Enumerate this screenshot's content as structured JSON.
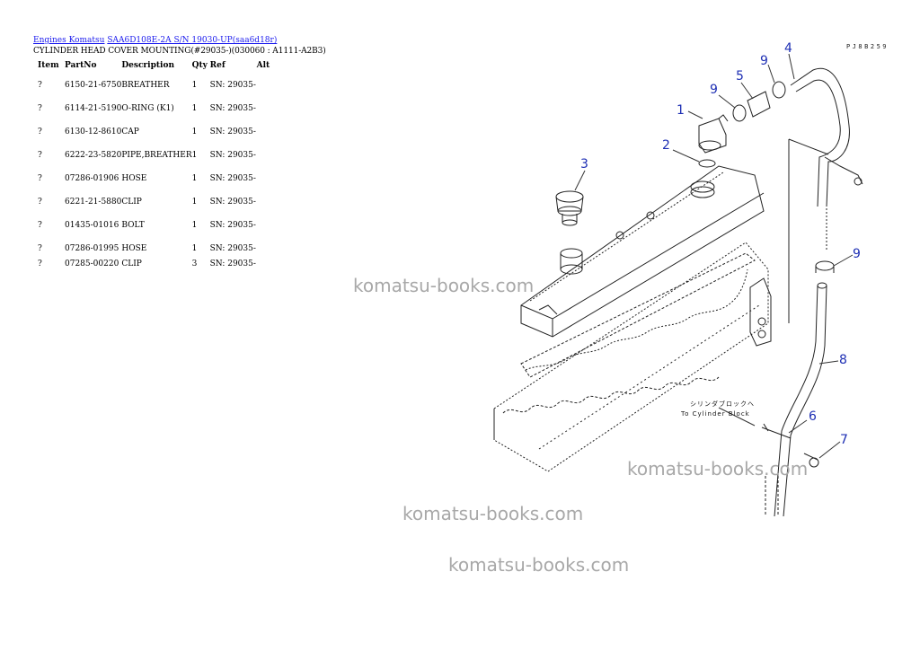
{
  "breadcrumb": {
    "link1": "Engines Komatsu",
    "link2": "SAA6D108E-2A S/N 19030-UP(saa6d18r)"
  },
  "subtitle": "CYLINDER HEAD COVER MOUNTING(#29035-)(030060 : A1111-A2B3)",
  "table": {
    "headers": [
      "Item",
      "PartNo",
      "Description",
      "Qty",
      "Ref",
      "Alt"
    ],
    "rows": [
      {
        "item": "?",
        "partno": "6150-21-6750",
        "desc": "BREATHER",
        "qty": "1",
        "ref": "SN: 29035-",
        "alt": ""
      },
      {
        "item": "?",
        "partno": "6114-21-5190",
        "desc": "O-RING (K1)",
        "qty": "1",
        "ref": "SN: 29035-",
        "alt": ""
      },
      {
        "item": "?",
        "partno": "6130-12-8610",
        "desc": "CAP",
        "qty": "1",
        "ref": "SN: 29035-",
        "alt": ""
      },
      {
        "item": "?",
        "partno": "6222-23-5820",
        "desc": "PIPE,BREATHER",
        "qty": "1",
        "ref": "SN: 29035-",
        "alt": ""
      },
      {
        "item": "?",
        "partno": "07286-01906",
        "desc": "HOSE",
        "qty": "1",
        "ref": "SN: 29035-",
        "alt": ""
      },
      {
        "item": "?",
        "partno": "6221-21-5880",
        "desc": "CLIP",
        "qty": "1",
        "ref": "SN: 29035-",
        "alt": ""
      },
      {
        "item": "?",
        "partno": "01435-01016",
        "desc": "BOLT",
        "qty": "1",
        "ref": "SN: 29035-",
        "alt": ""
      },
      {
        "item": "?",
        "partno": "07286-01995",
        "desc": "HOSE",
        "qty": "1",
        "ref": "SN: 29035-",
        "alt": ""
      },
      {
        "item": "?",
        "partno": "07285-00220",
        "desc": "CLIP",
        "qty": "3",
        "ref": "SN: 29035-",
        "alt": ""
      }
    ]
  },
  "diagram": {
    "code": "PJ8B259",
    "callouts": [
      "1",
      "2",
      "3",
      "4",
      "5",
      "6",
      "7",
      "8",
      "9",
      "9",
      "9"
    ],
    "note_jp": "シリンダブロックへ",
    "note_en": "To Cylinder Block",
    "callout_color": "#1e2fb4"
  },
  "watermark": "komatsu-books.com"
}
